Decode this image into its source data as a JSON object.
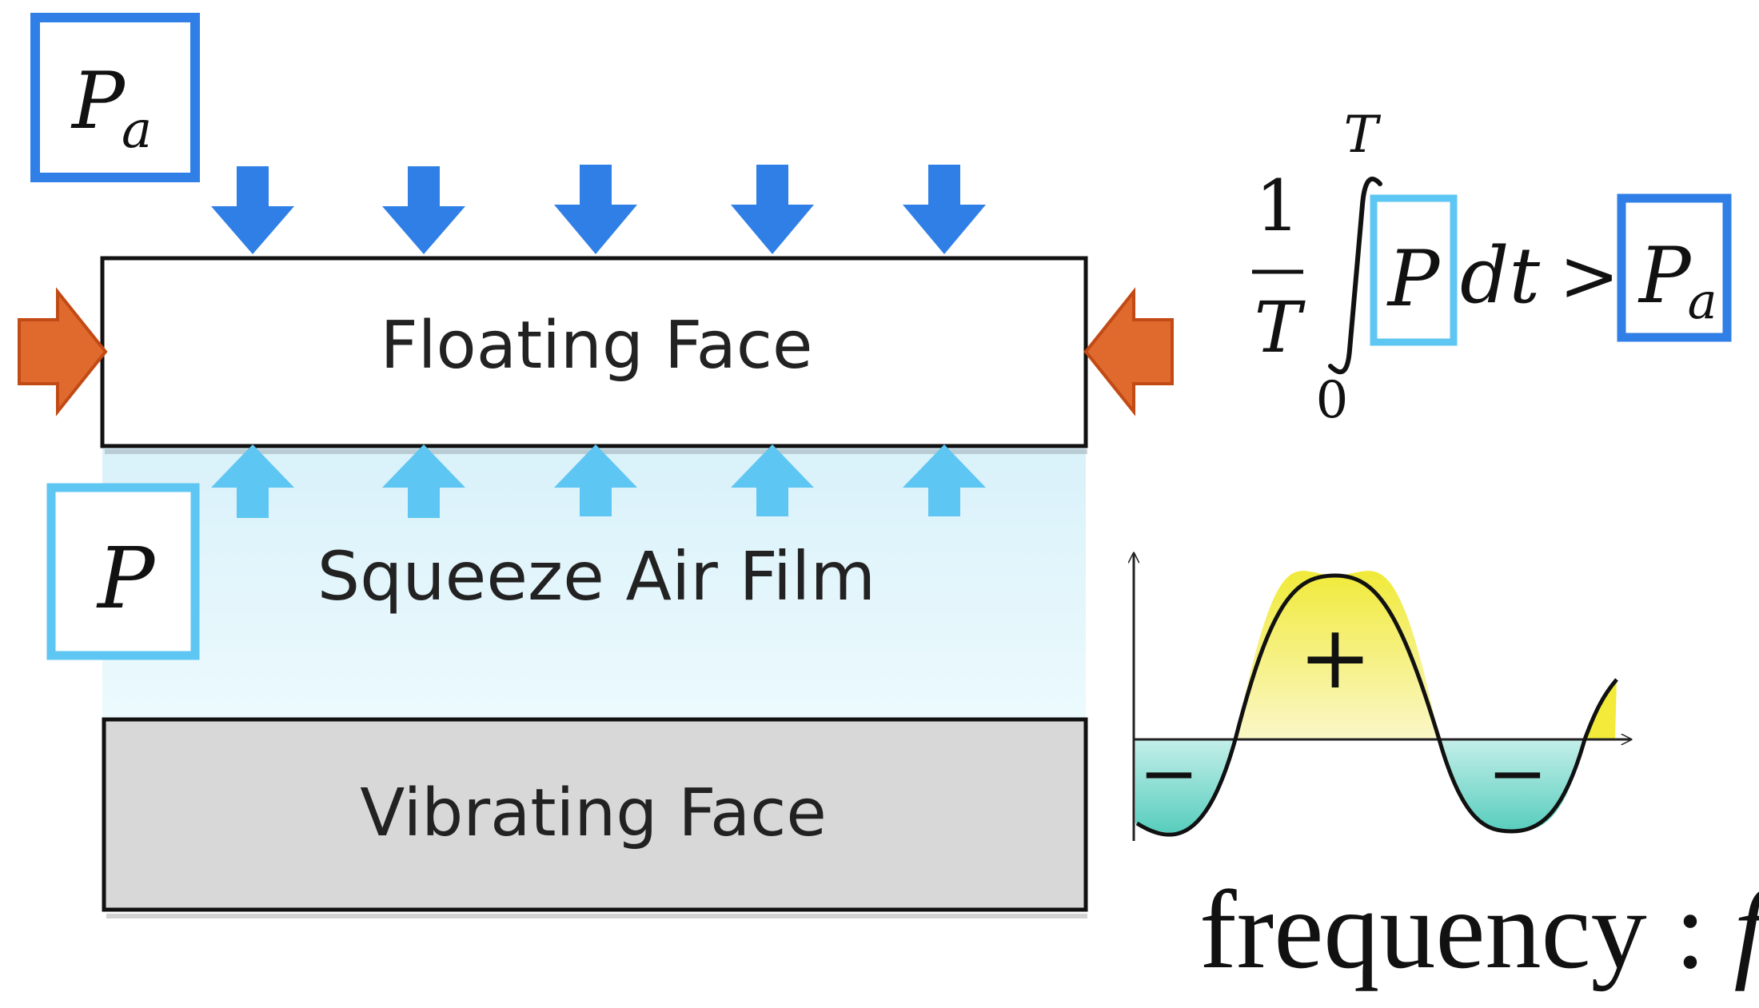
{
  "colors": {
    "ambient_blue": "#2f7fe6",
    "squeeze_cyan": "#57c2f2",
    "side_orange": "#d4561c",
    "floating_fill": "#ffffff",
    "vibrating_fill": "#d6d6d6",
    "film_fill": "#e2f6fb",
    "positive_fill": "#f3ef4e",
    "negative_fill": "#7ed9cb"
  },
  "labels": {
    "ambient_pressure": {
      "symbol": "P",
      "subscript": "a"
    },
    "film_pressure": {
      "symbol": "P"
    },
    "floating_face": "Floating Face",
    "squeeze_air_film": "Squeeze Air Film",
    "vibrating_face": "Vibrating Face"
  },
  "equation": {
    "numerator": "1",
    "denominator": "T",
    "upper_limit": "T",
    "lower_limit": "0",
    "integrand": "P",
    "differential": "dt",
    "operator": ">",
    "rhs_symbol": "P",
    "rhs_subscript": "a"
  },
  "wave": {
    "positive_sign": "+",
    "negative_sign_left": "−",
    "negative_sign_right": "−",
    "caption": "frequency : ",
    "caption_symbol": "f"
  }
}
